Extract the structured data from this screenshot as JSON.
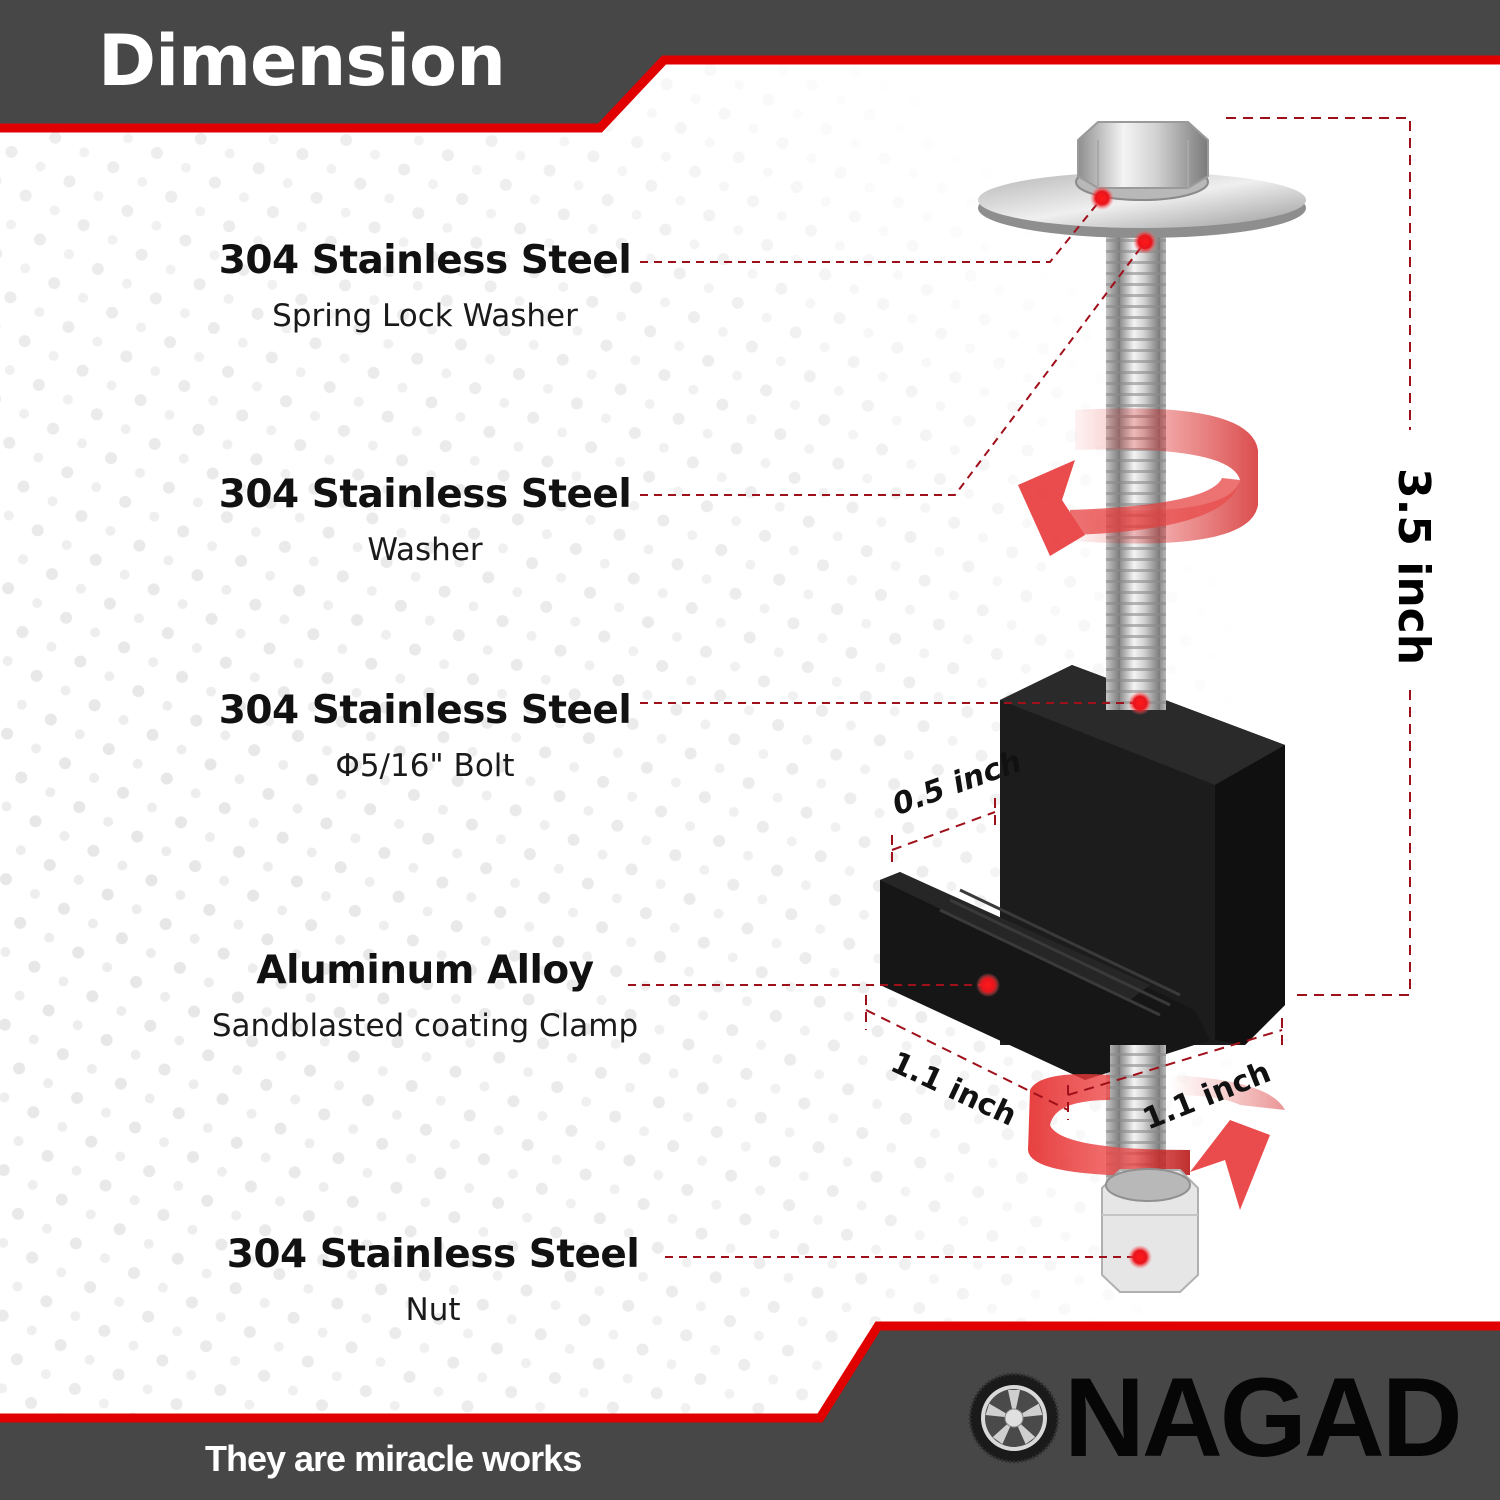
{
  "header": {
    "title": "Dimension"
  },
  "colors": {
    "dark_band": "#474747",
    "accent_red": "#e00000",
    "leader_line": "#a0101a",
    "marker_dot": "#e8141c",
    "clamp_black": "#141414",
    "steel": "#c8c8c8"
  },
  "callouts": [
    {
      "material": "304 Stainless Steel",
      "part": "Spring Lock Washer"
    },
    {
      "material": "304 Stainless Steel",
      "part": "Washer"
    },
    {
      "material": "304 Stainless Steel",
      "part": "Φ5/16\" Bolt"
    },
    {
      "material": "Aluminum Alloy",
      "part": "Sandblasted coating Clamp"
    },
    {
      "material": "304 Stainless Steel",
      "part": "Nut"
    }
  ],
  "dimensions": {
    "total_height": "3.5 inch",
    "jaw_depth": "0.5 inch",
    "clamp_length": "1.1 inch",
    "clamp_width": "1.1 inch"
  },
  "footer": {
    "tagline": "They are miracle works",
    "brand": "NAGAD",
    "brand_icon": "tire-wheel-icon"
  }
}
